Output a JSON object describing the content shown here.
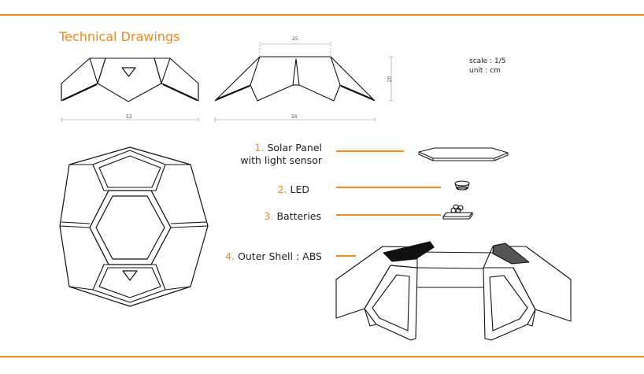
{
  "page": {
    "title": "Technical Drawings",
    "accent_color": "#ef8a1e"
  },
  "dimensions": {
    "front_width": "52",
    "side_top": "25",
    "side_height": "20",
    "side_width": "56"
  },
  "scale_info": {
    "scale": "scale : 1/5",
    "unit": "unit : cm"
  },
  "components": [
    {
      "number": "1.",
      "name": "Solar Panel",
      "detail": "with light sensor"
    },
    {
      "number": "2.",
      "name": "LED"
    },
    {
      "number": "3.",
      "name": "Batteries"
    },
    {
      "number": "4.",
      "name": "Outer Shell : ABS"
    }
  ]
}
